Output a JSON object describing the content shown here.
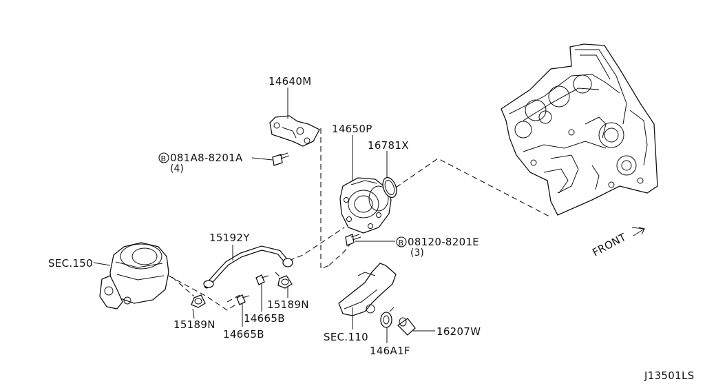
{
  "diagram": {
    "labels": {
      "p14640M": "14640M",
      "p14650P": "14650P",
      "p16781X": "16781X",
      "bolt_081A8": "081A8-8201A",
      "bolt_081A8_qty": "(4)",
      "bolt_08120": "08120-8201E",
      "bolt_08120_qty": "(3)",
      "p15192Y": "15192Y",
      "sec150": "SEC.150",
      "clamp_left": "15189N",
      "clamp_right": "15189N",
      "bolt_left": "14665B",
      "bolt_right": "14665B",
      "sec110": "SEC.110",
      "p146A1F": "146A1F",
      "p16207W": "16207W",
      "front": "FRONT",
      "bolt_symbol": "B",
      "diagram_code": "J13501LS"
    }
  }
}
